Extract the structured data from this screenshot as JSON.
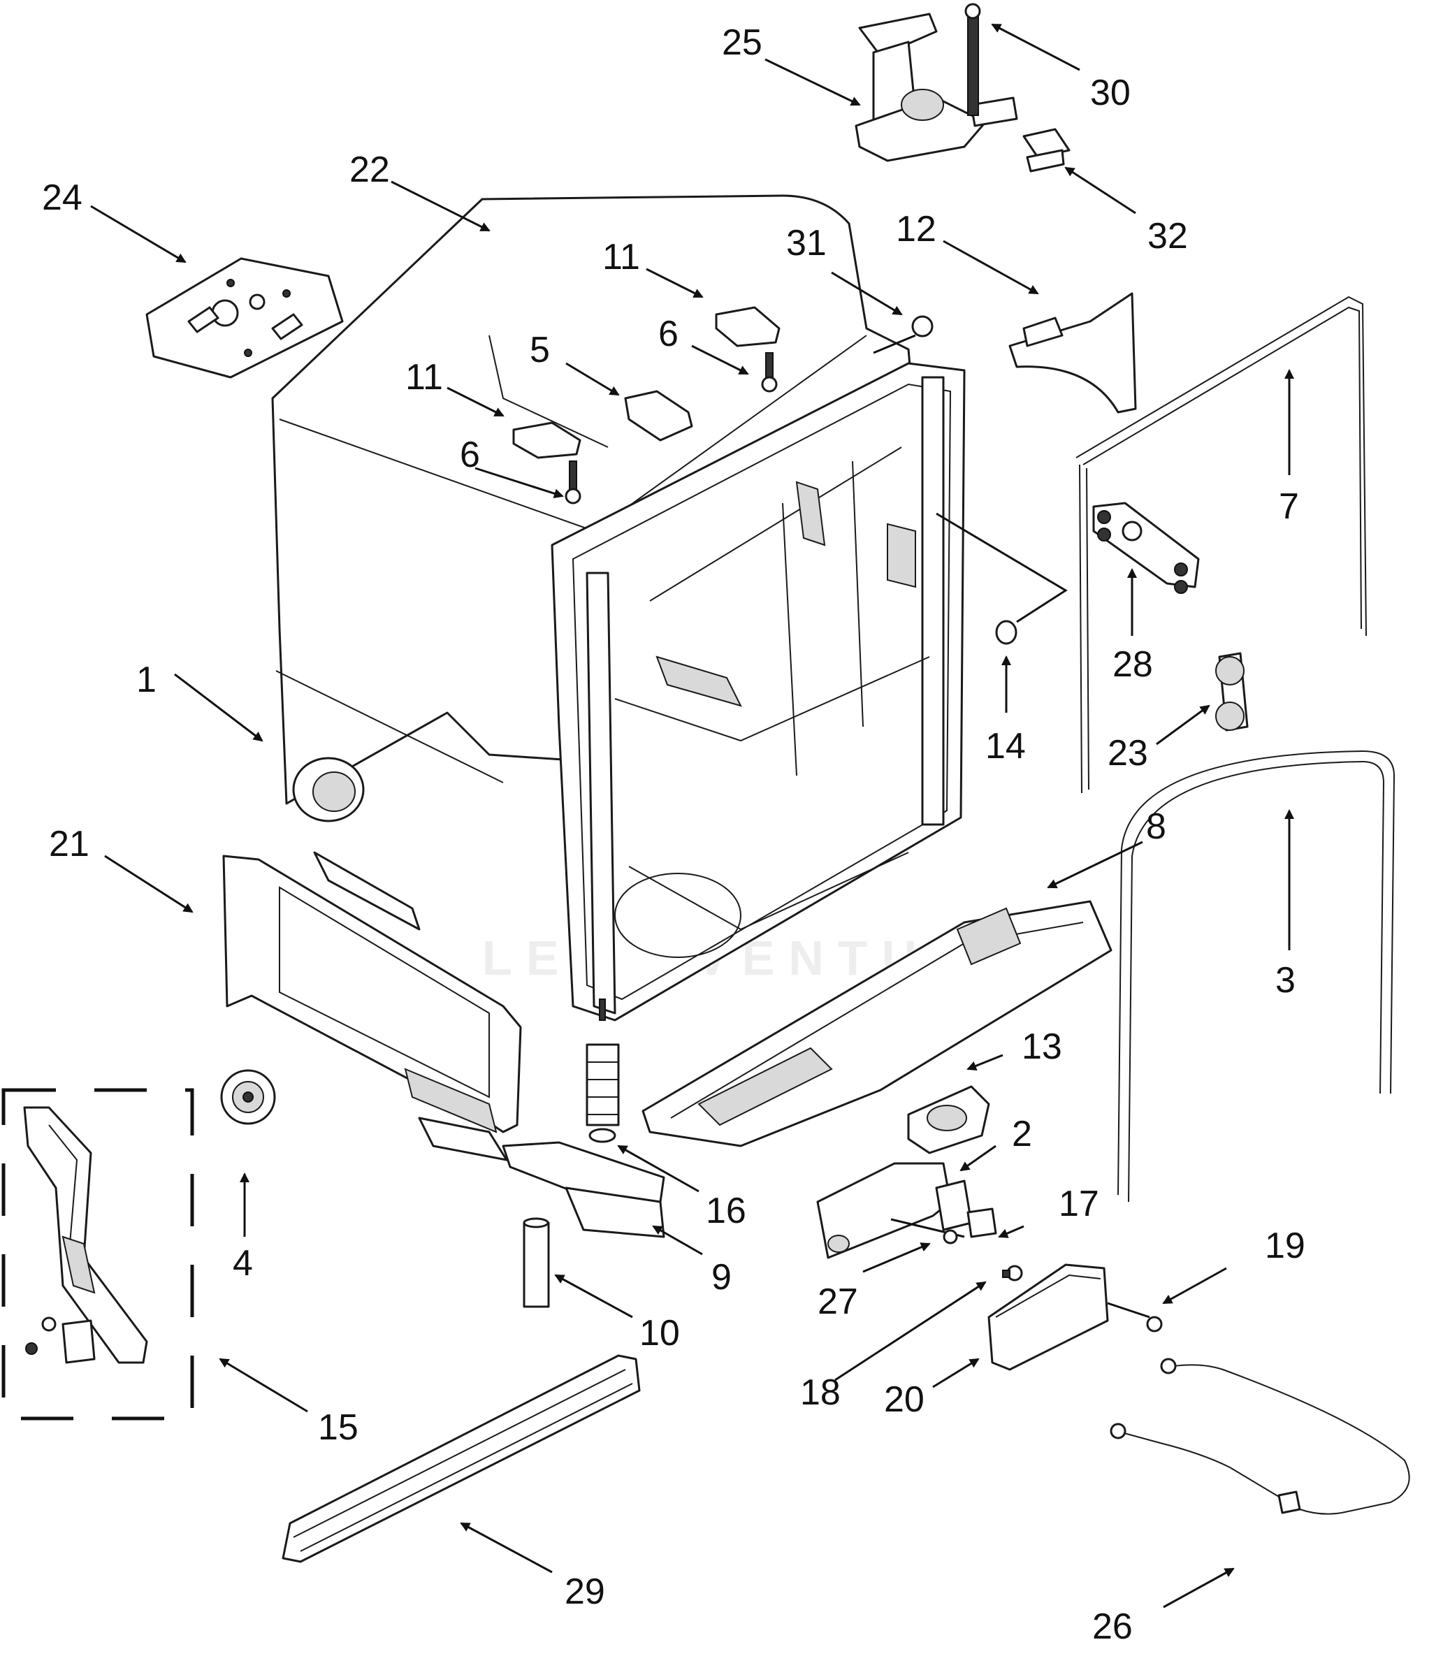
{
  "callouts": [
    {
      "id": "1",
      "text": "1"
    },
    {
      "id": "2",
      "text": "2"
    },
    {
      "id": "3",
      "text": "3"
    },
    {
      "id": "4",
      "text": "4"
    },
    {
      "id": "5",
      "text": "5"
    },
    {
      "id": "6a",
      "text": "6"
    },
    {
      "id": "6b",
      "text": "6"
    },
    {
      "id": "7",
      "text": "7"
    },
    {
      "id": "8",
      "text": "8"
    },
    {
      "id": "9",
      "text": "9"
    },
    {
      "id": "10",
      "text": "10"
    },
    {
      "id": "11a",
      "text": "11"
    },
    {
      "id": "11b",
      "text": "11"
    },
    {
      "id": "12",
      "text": "12"
    },
    {
      "id": "13",
      "text": "13"
    },
    {
      "id": "14",
      "text": "14"
    },
    {
      "id": "15",
      "text": "15"
    },
    {
      "id": "16",
      "text": "16"
    },
    {
      "id": "17",
      "text": "17"
    },
    {
      "id": "18",
      "text": "18"
    },
    {
      "id": "19",
      "text": "19"
    },
    {
      "id": "20",
      "text": "20"
    },
    {
      "id": "21",
      "text": "21"
    },
    {
      "id": "22",
      "text": "22"
    },
    {
      "id": "23",
      "text": "23"
    },
    {
      "id": "24",
      "text": "24"
    },
    {
      "id": "25",
      "text": "25"
    },
    {
      "id": "26",
      "text": "26"
    },
    {
      "id": "27",
      "text": "27"
    },
    {
      "id": "28",
      "text": "28"
    },
    {
      "id": "29",
      "text": "29"
    },
    {
      "id": "30",
      "text": "30"
    },
    {
      "id": "31",
      "text": "31"
    },
    {
      "id": "32",
      "text": "32"
    }
  ],
  "watermark": {
    "text": "LEAP VENTURE"
  }
}
